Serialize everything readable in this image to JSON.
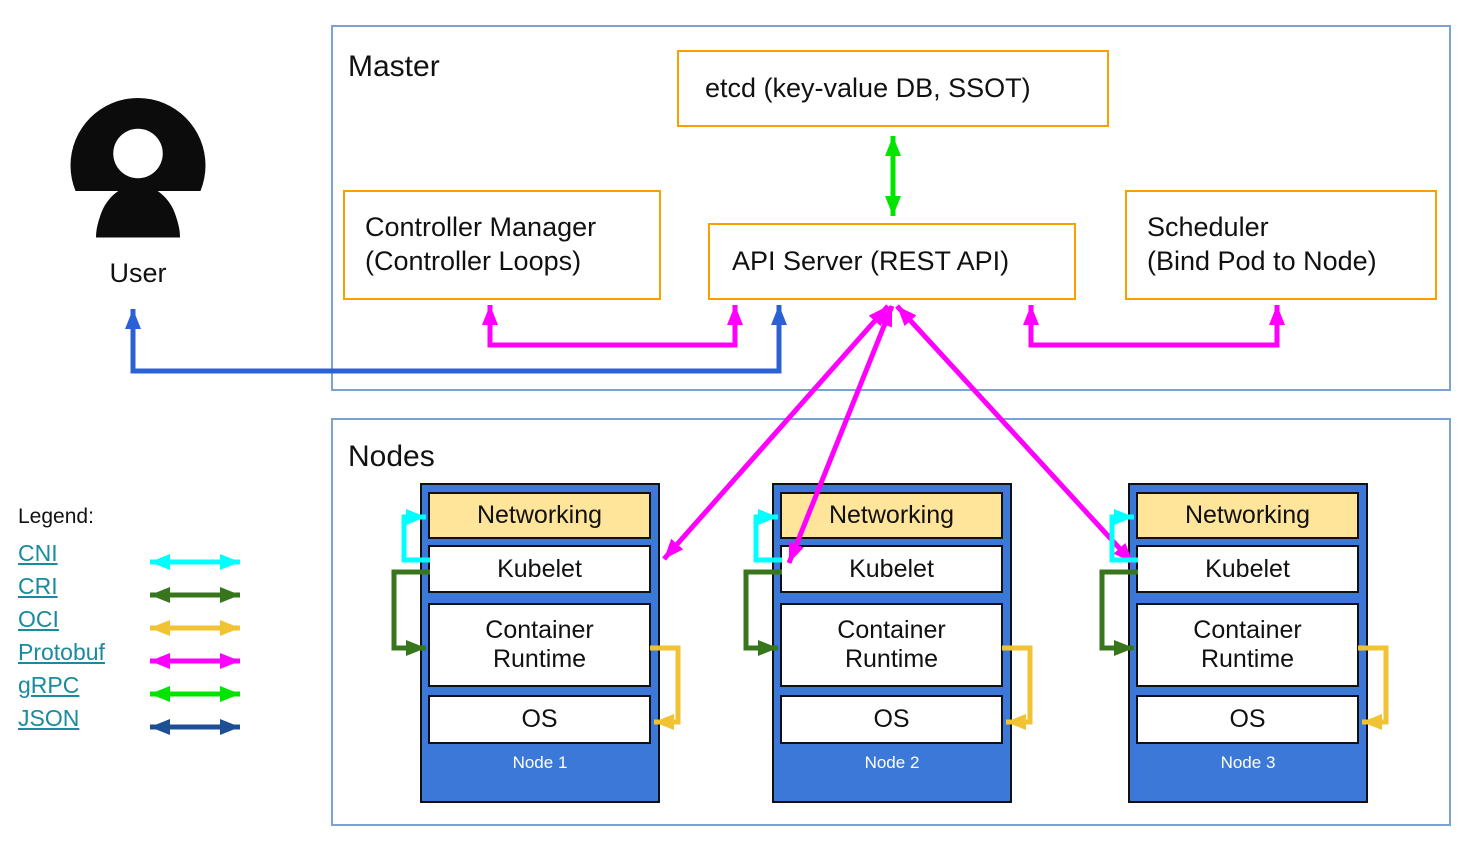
{
  "colors": {
    "cni": "#00ffff",
    "cri": "#38761d",
    "oci": "#f1c232",
    "protobuf": "#ff00ff",
    "grpc": "#00e400",
    "json": "#1c4f94",
    "user_arrow": "#2b61d5",
    "node_fill": "#3c78d8",
    "networking_fill": "#ffe599",
    "component_border": "#f9a000",
    "frame_border": "#7aa3d4",
    "legend_link": "#1a8a9d"
  },
  "user": {
    "label": "User"
  },
  "master": {
    "title": "Master",
    "etcd": "etcd (key-value DB, SSOT)",
    "controller_manager": {
      "line1": "Controller Manager",
      "line2": "(Controller Loops)"
    },
    "api_server": "API Server (REST API)",
    "scheduler": {
      "line1": "Scheduler",
      "line2": "(Bind Pod to Node)"
    }
  },
  "nodes_section": {
    "title": "Nodes",
    "nodes": [
      {
        "name": "Node 1",
        "networking": "Networking",
        "kubelet": "Kubelet",
        "container_runtime": "Container Runtime",
        "os": "OS"
      },
      {
        "name": "Node 2",
        "networking": "Networking",
        "kubelet": "Kubelet",
        "container_runtime": "Container Runtime",
        "os": "OS"
      },
      {
        "name": "Node 3",
        "networking": "Networking",
        "kubelet": "Kubelet",
        "container_runtime": "Container Runtime",
        "os": "OS"
      }
    ]
  },
  "legend": {
    "title": "Legend:",
    "items": [
      {
        "label": "CNI",
        "color": "#00ffff"
      },
      {
        "label": "CRI",
        "color": "#38761d"
      },
      {
        "label": "OCI",
        "color": "#f1c232"
      },
      {
        "label": "Protobuf",
        "color": "#ff00ff"
      },
      {
        "label": "gRPC",
        "color": "#00e400"
      },
      {
        "label": "JSON",
        "color": "#1c4f94"
      }
    ]
  }
}
